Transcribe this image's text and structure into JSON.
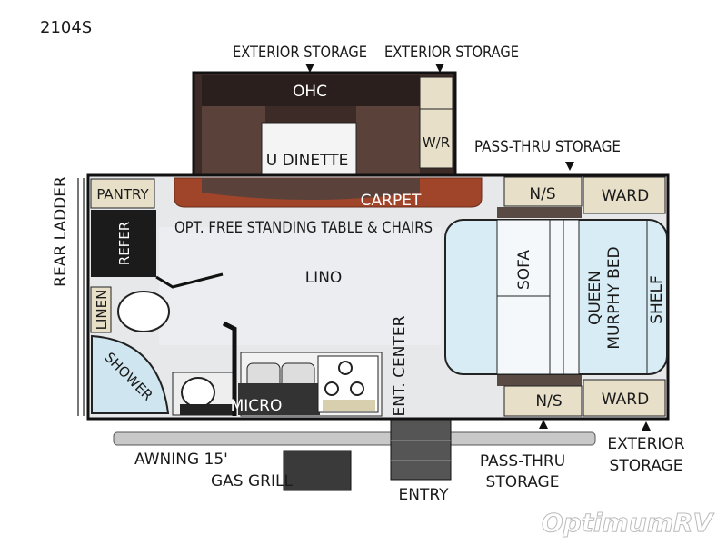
{
  "model": "2104S",
  "labels": {
    "exterior_storage_top_left": "EXTERIOR STORAGE",
    "exterior_storage_top_right": "EXTERIOR STORAGE",
    "ohc": "OHC",
    "u_dinette": "U DINETTE",
    "wr": "W/R",
    "pass_thru_storage_top": "PASS-THRU STORAGE",
    "pantry": "PANTRY",
    "carpet": "CARPET",
    "table_chairs": "OPT. FREE STANDING TABLE & CHAIRS",
    "rear_ladder": "REAR LADDER",
    "refer": "REFER",
    "lino": "LINO",
    "linen": "LINEN",
    "shower": "SHOWER",
    "micro": "MICRO",
    "ent_center": "ENT. CENTER",
    "ns_top": "N/S",
    "ward_top": "WARD",
    "sofa": "SOFA",
    "queen_line1": "QUEEN",
    "queen_line2": "MURPHY BED",
    "shelf": "SHELF",
    "ns_bottom": "N/S",
    "ward_bottom": "WARD",
    "exterior_storage_bottom_1": "EXTERIOR",
    "exterior_storage_bottom_2": "STORAGE",
    "awning": "AWNING 15'",
    "gas_grill": "GAS GRILL",
    "entry": "ENTRY",
    "pass_thru_bottom_1": "PASS-THRU",
    "pass_thru_bottom_2": "STORAGE"
  },
  "watermark": "OptimumRV",
  "colors": {
    "wall": "#111111",
    "floor": "#e6e8ea",
    "carpet": "#a0452a",
    "dinette": "#4a3530",
    "cabinet": "#e8dfc8",
    "bed": "#d8ecf5"
  }
}
